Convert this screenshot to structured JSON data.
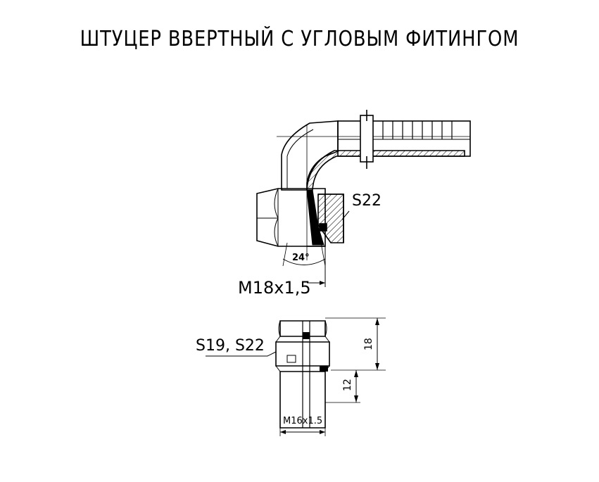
{
  "title": "ШТУЦЕР ВВЕРТНЫЙ С УГЛОВЫМ ФИТИНГОМ",
  "top_view": {
    "wrench_size_label": "S22",
    "angle_label": "24°",
    "thread_label": "M18x1,5"
  },
  "bottom_view": {
    "wrench_size_label": "S19, S22",
    "height_label_upper": "18",
    "height_label_lower": "12",
    "thread_label": "M16x1.5"
  },
  "colors": {
    "line": "#000000",
    "background": "#ffffff"
  }
}
